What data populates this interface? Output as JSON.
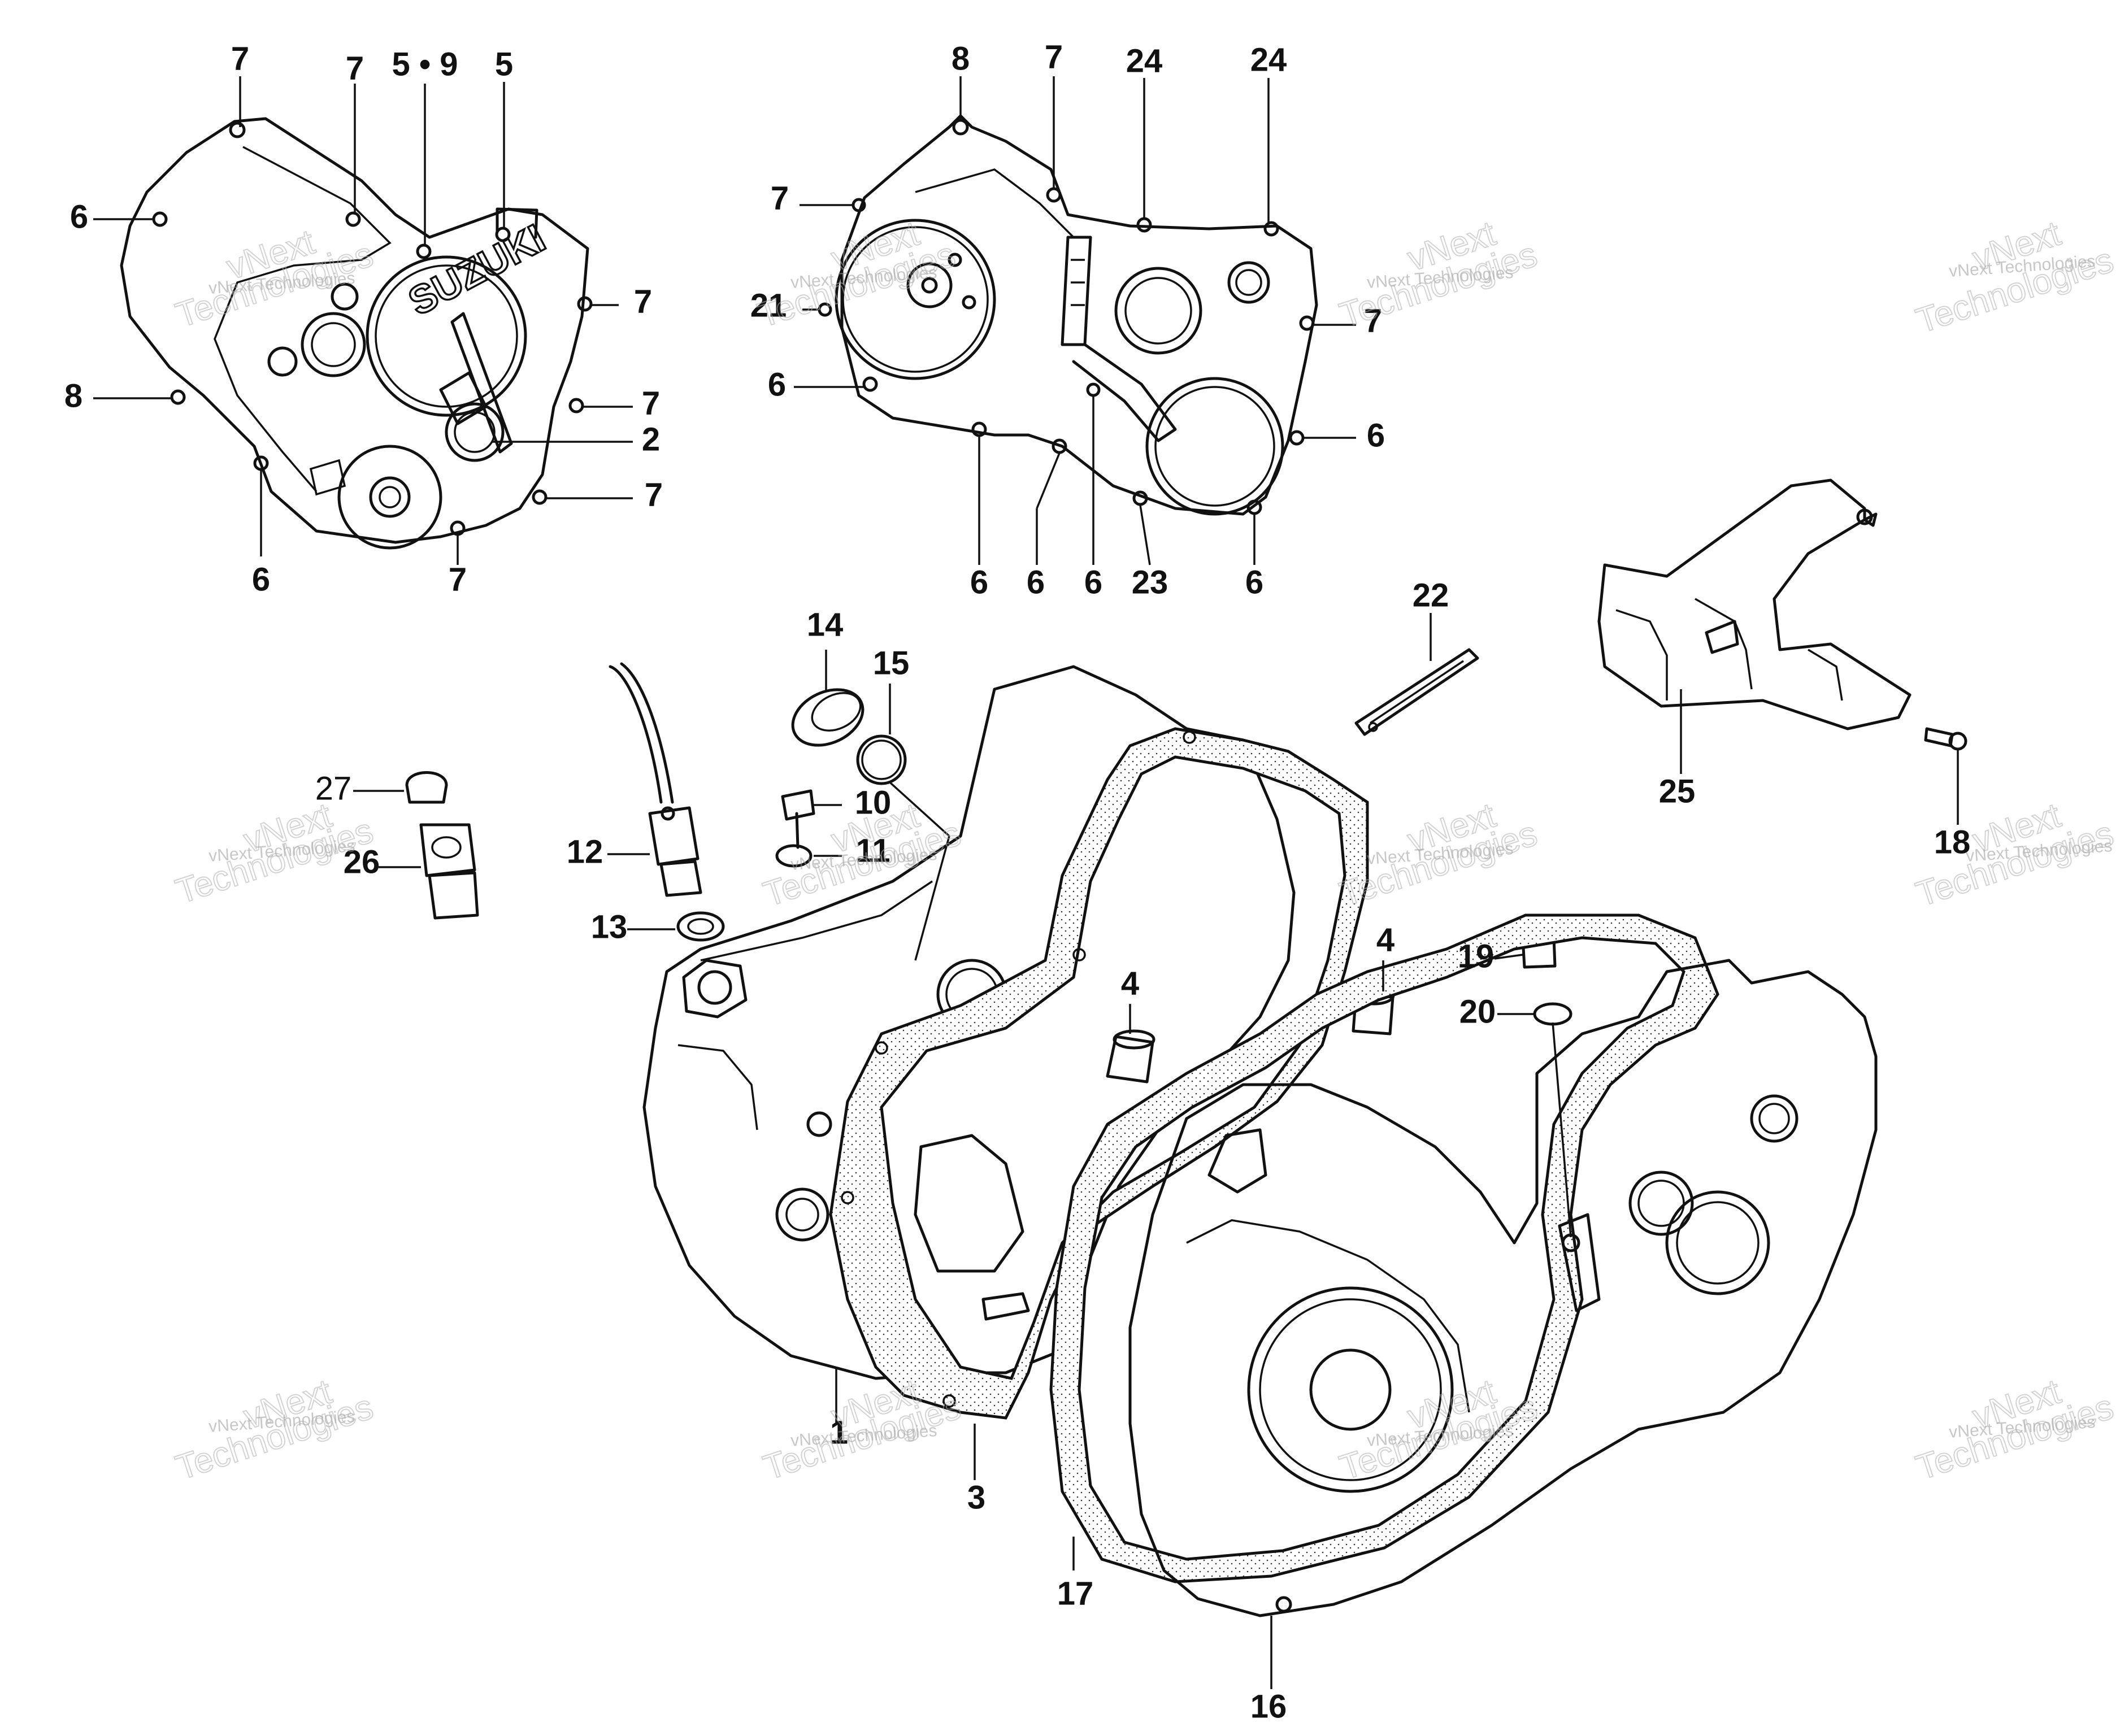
{
  "diagram": {
    "brand_mark": "SUZUKI",
    "watermark": {
      "line1": "vNext",
      "line2": "vNext Technologies",
      "line3": "Technologies"
    },
    "callouts": [
      {
        "id": "c7a",
        "label": "7"
      },
      {
        "id": "c7b",
        "label": "7"
      },
      {
        "id": "c59",
        "label": "5 • 9"
      },
      {
        "id": "c5",
        "label": "5"
      },
      {
        "id": "c6a",
        "label": "6"
      },
      {
        "id": "c7c",
        "label": "7"
      },
      {
        "id": "c8a",
        "label": "8"
      },
      {
        "id": "c7d",
        "label": "7"
      },
      {
        "id": "c2",
        "label": "2"
      },
      {
        "id": "c7e",
        "label": "7"
      },
      {
        "id": "c6b",
        "label": "6"
      },
      {
        "id": "c7f",
        "label": "7"
      },
      {
        "id": "c8b",
        "label": "8"
      },
      {
        "id": "c7g",
        "label": "7"
      },
      {
        "id": "c24a",
        "label": "24"
      },
      {
        "id": "c24b",
        "label": "24"
      },
      {
        "id": "c7h",
        "label": "7"
      },
      {
        "id": "c21",
        "label": "21"
      },
      {
        "id": "c7i",
        "label": "7"
      },
      {
        "id": "c6c",
        "label": "6"
      },
      {
        "id": "c6d",
        "label": "6"
      },
      {
        "id": "c6e",
        "label": "6"
      },
      {
        "id": "c6f",
        "label": "6"
      },
      {
        "id": "c23",
        "label": "23"
      },
      {
        "id": "c6g",
        "label": "6"
      },
      {
        "id": "c6h",
        "label": "6"
      },
      {
        "id": "c22",
        "label": "22"
      },
      {
        "id": "c25",
        "label": "25"
      },
      {
        "id": "c18",
        "label": "18"
      },
      {
        "id": "c14",
        "label": "14"
      },
      {
        "id": "c15",
        "label": "15"
      },
      {
        "id": "c10",
        "label": "10"
      },
      {
        "id": "c11",
        "label": "11"
      },
      {
        "id": "c12",
        "label": "12"
      },
      {
        "id": "c13",
        "label": "13"
      },
      {
        "id": "c27",
        "label": "27"
      },
      {
        "id": "c26",
        "label": "26"
      },
      {
        "id": "c4a",
        "label": "4"
      },
      {
        "id": "c4b",
        "label": "4"
      },
      {
        "id": "c19",
        "label": "19"
      },
      {
        "id": "c20",
        "label": "20"
      },
      {
        "id": "c1",
        "label": "1"
      },
      {
        "id": "c3",
        "label": "3"
      },
      {
        "id": "c17",
        "label": "17"
      },
      {
        "id": "c16",
        "label": "16"
      }
    ]
  }
}
